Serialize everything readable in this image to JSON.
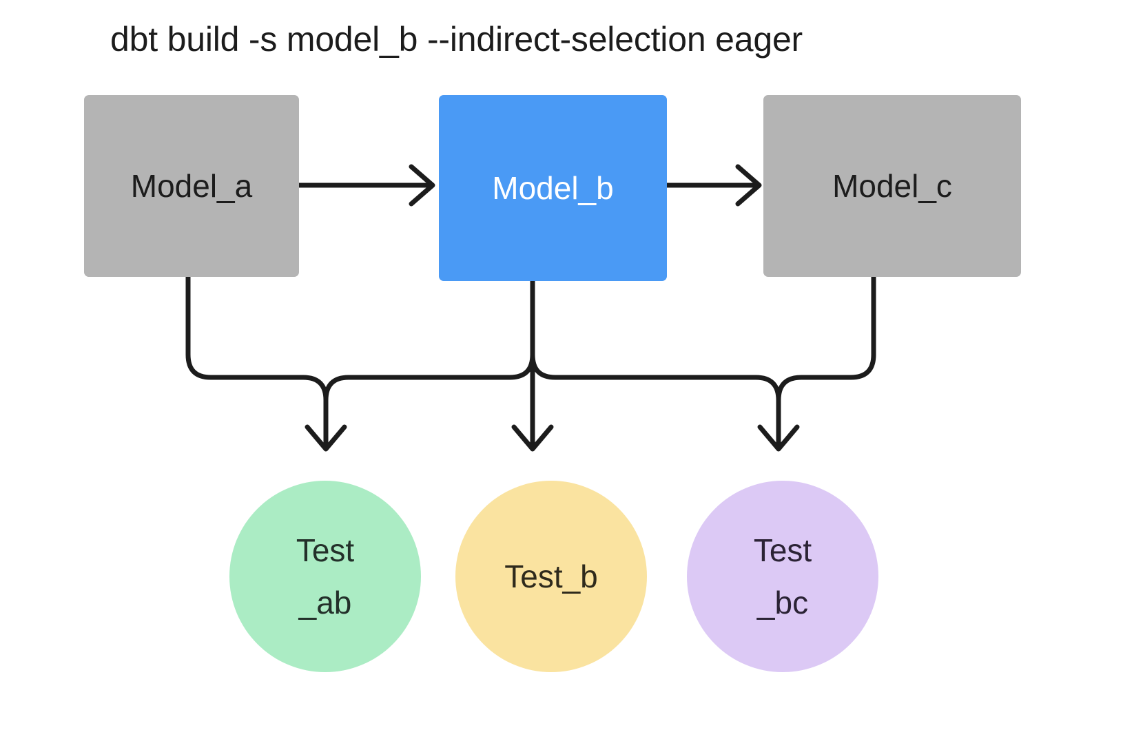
{
  "diagram": {
    "title": "dbt build -s model_b --indirect-selection eager",
    "background": "#ffffff",
    "edge_color": "#1c1c1c",
    "nodes": {
      "model_a": {
        "label": "Model_a",
        "shape": "rectangle",
        "fill": "#b4b4b4",
        "text_color": "#1c1c1c"
      },
      "model_b": {
        "label": "Model_b",
        "shape": "rectangle",
        "fill": "#4a9af5",
        "text_color": "#ffffff"
      },
      "model_c": {
        "label": "Model_c",
        "shape": "rectangle",
        "fill": "#b4b4b4",
        "text_color": "#1c1c1c"
      },
      "test_ab": {
        "label": "Test_ab",
        "line1": "Test",
        "line2": "_ab",
        "shape": "circle",
        "fill": "#abecc4",
        "text_color": "#23302a"
      },
      "test_b": {
        "label": "Test_b",
        "line1": "Test_b",
        "line2": "",
        "shape": "circle",
        "fill": "#fae3a0",
        "text_color": "#2e2a1c"
      },
      "test_bc": {
        "label": "Test_bc",
        "line1": "Test",
        "line2": "_bc",
        "shape": "circle",
        "fill": "#dcc9f5",
        "text_color": "#2b2335"
      }
    },
    "edges": [
      {
        "from": "model_a",
        "to": "model_b",
        "style": "straight-arrow"
      },
      {
        "from": "model_b",
        "to": "model_c",
        "style": "straight-arrow"
      },
      {
        "from": "model_a",
        "to": "test_ab",
        "style": "orthogonal-arrow"
      },
      {
        "from": "model_b",
        "to": "test_ab",
        "style": "orthogonal-arrow"
      },
      {
        "from": "model_b",
        "to": "test_b",
        "style": "orthogonal-arrow"
      },
      {
        "from": "model_b",
        "to": "test_bc",
        "style": "orthogonal-arrow"
      },
      {
        "from": "model_c",
        "to": "test_bc",
        "style": "orthogonal-arrow"
      }
    ]
  }
}
